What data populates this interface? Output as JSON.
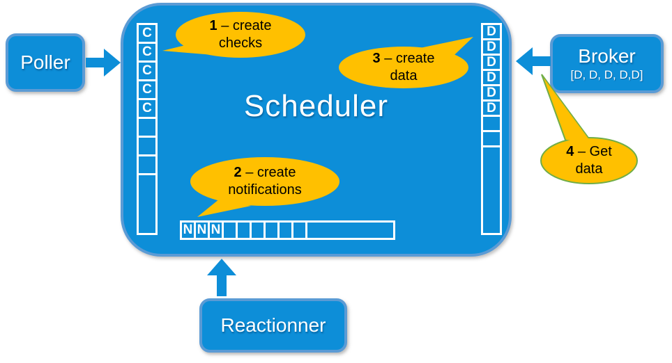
{
  "scheduler": {
    "title": "Scheduler",
    "check_queue": {
      "cells": [
        "C",
        "C",
        "C",
        "C",
        "C",
        "",
        "",
        "",
        ""
      ]
    },
    "data_queue": {
      "cells": [
        "D",
        "D",
        "D",
        "D",
        "D",
        "D",
        "",
        "",
        ""
      ]
    },
    "notification_queue": {
      "cells": [
        "N",
        "N",
        "N",
        "",
        "",
        "",
        "",
        "",
        "",
        ""
      ]
    }
  },
  "nodes": {
    "poller": {
      "label": "Poller"
    },
    "broker": {
      "label": "Broker",
      "sublabel": "[D, D, D, D,D]"
    },
    "reactionner": {
      "label": "Reactionner"
    }
  },
  "bubbles": [
    {
      "num": "1",
      "line1": "– create",
      "line2": "checks"
    },
    {
      "num": "2",
      "line1": "– create",
      "line2": "notifications"
    },
    {
      "num": "3",
      "line1": "– create",
      "line2": "data"
    },
    {
      "num": "4",
      "line1": "– Get",
      "line2": "data"
    }
  ],
  "colors": {
    "blue_fill": "#0D8ED8",
    "blue_border": "#5B9BD5",
    "bubble_gold": "#FFC000",
    "bubble4_outline": "#70AD47",
    "text_on_blue": "#ffffff",
    "bubble_text": "#000000"
  }
}
